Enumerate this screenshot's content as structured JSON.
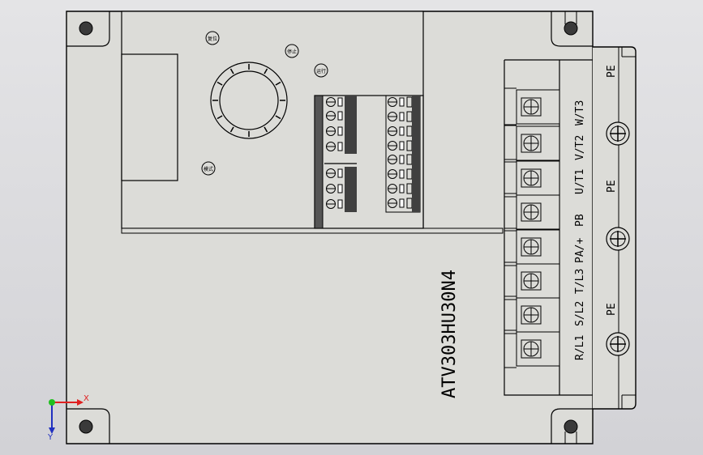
{
  "model_label": "ATV303HU30N4",
  "terminals": [
    "R/L1",
    "S/L2",
    "T/L3",
    "PA/+",
    "PB",
    "U/T1",
    "V/T2",
    "W/T3"
  ],
  "pe_labels": [
    "PE",
    "PE",
    "PE"
  ],
  "triad": {
    "x": "X",
    "y": "Y"
  },
  "keypad_labels": [
    "复位",
    "停止",
    "运行",
    "模式"
  ],
  "colors": {
    "body": "#dcdcd8",
    "line": "#000000",
    "strip": "#404040"
  }
}
